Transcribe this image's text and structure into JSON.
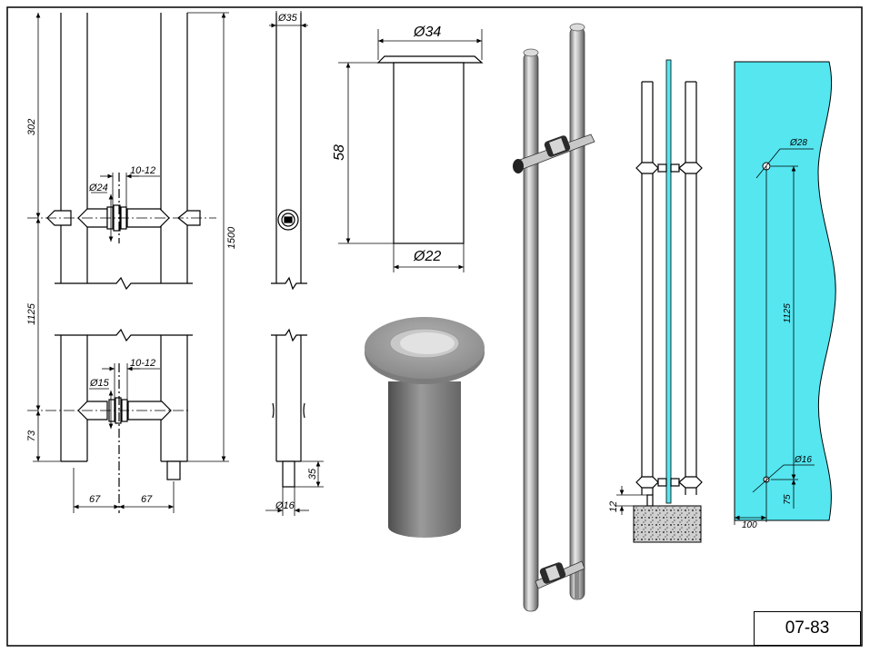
{
  "drawing_code": "07-83",
  "front_view": {
    "dim_302": "302",
    "dim_1125": "1125",
    "dim_73": "73",
    "dim_1500": "1500",
    "dim_d24": "Ø24",
    "dim_10_12_top": "10-12",
    "dim_d15": "Ø15",
    "dim_10_12_bottom": "10-12",
    "dim_67_left": "67",
    "dim_67_right": "67"
  },
  "side_view": {
    "dim_d35": "Ø35",
    "dim_35": "35",
    "dim_d16": "Ø16"
  },
  "socket_view": {
    "dim_d34": "Ø34",
    "dim_58": "58",
    "dim_d22": "Ø22"
  },
  "glass_view": {
    "dim_12": "12",
    "dim_d28": "Ø28",
    "dim_1125": "1125",
    "dim_d16": "Ø16",
    "dim_75": "75",
    "dim_100": "100"
  },
  "colors": {
    "glass": "#55E6F0",
    "steel_light": "#E9E9E9",
    "steel_dark": "#6F6F6F",
    "line": "#000000"
  }
}
